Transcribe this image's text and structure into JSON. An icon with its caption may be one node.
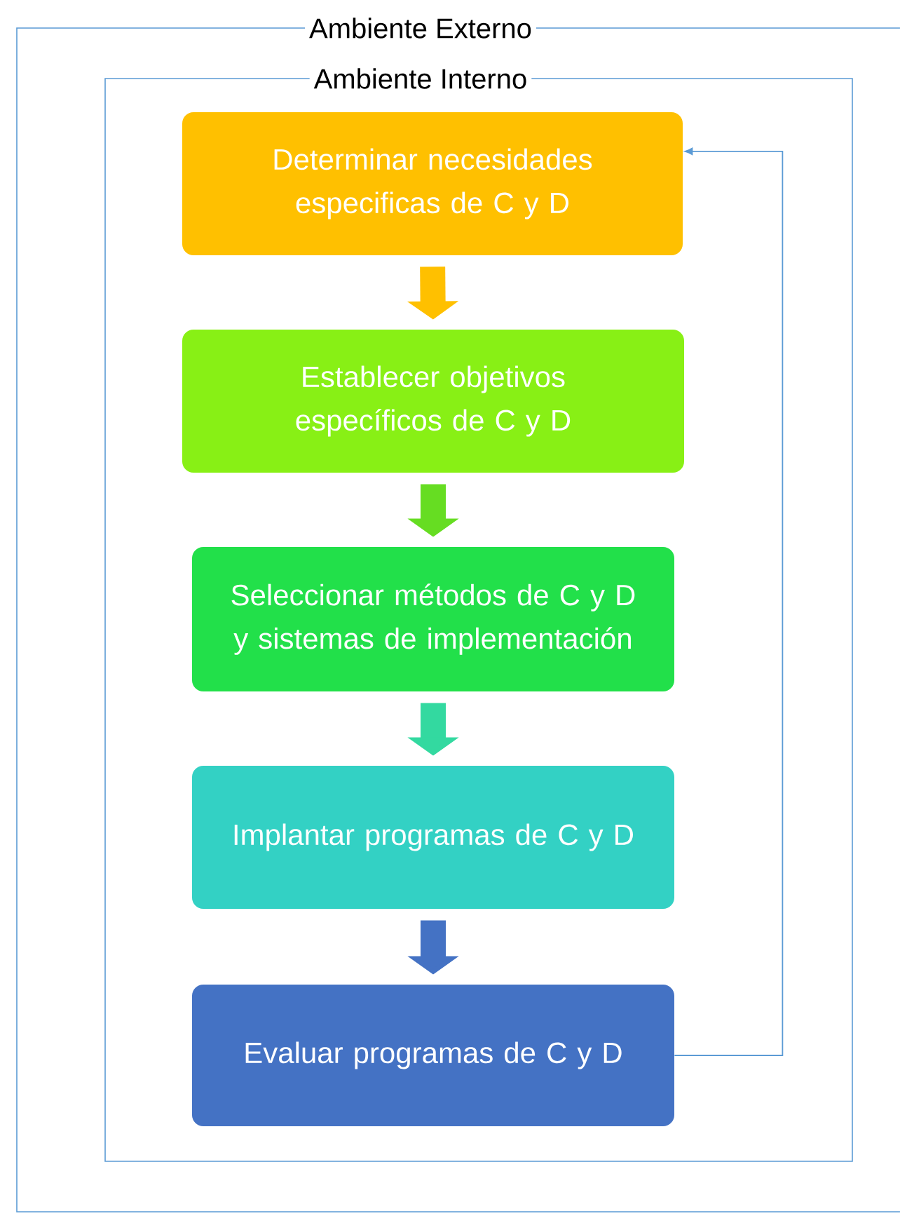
{
  "diagram": {
    "nodes": [
      {
        "text": [
          "Ambiente Externo"
        ]
      },
      {
        "text": [
          "Ambiente Interno"
        ],
        "in": 0
      },
      {
        "text": [
          "Determinar necesidades especificas de C y D"
        ],
        "in": 1
      },
      {
        "text": [
          "Establecer objetivos específicos de C y D"
        ],
        "in": 1
      },
      {
        "text": [
          "Seleccionar métodos de C y D y sistemas de implementación"
        ],
        "in": 1
      },
      {
        "text": [
          "Implantar programas de C y  D"
        ],
        "in": 1
      },
      {
        "text": [
          "Evaluar programas de C y D"
        ],
        "in": 1
      }
    ],
    "edges": [
      {
        "from": 2,
        "to": 3,
        "arrow": "to",
        "color": "#ffc000"
      },
      {
        "from": 3,
        "to": 4,
        "arrow": "to",
        "color": "#66dd22"
      },
      {
        "from": 4,
        "to": 5,
        "arrow": "to",
        "color": "#33d9a0"
      },
      {
        "from": 5,
        "to": 6,
        "arrow": "to",
        "color": "#4472c4"
      },
      {
        "from": 6,
        "to": 2,
        "arrow": "to",
        "color": "#5b9bd5"
      }
    ]
  }
}
